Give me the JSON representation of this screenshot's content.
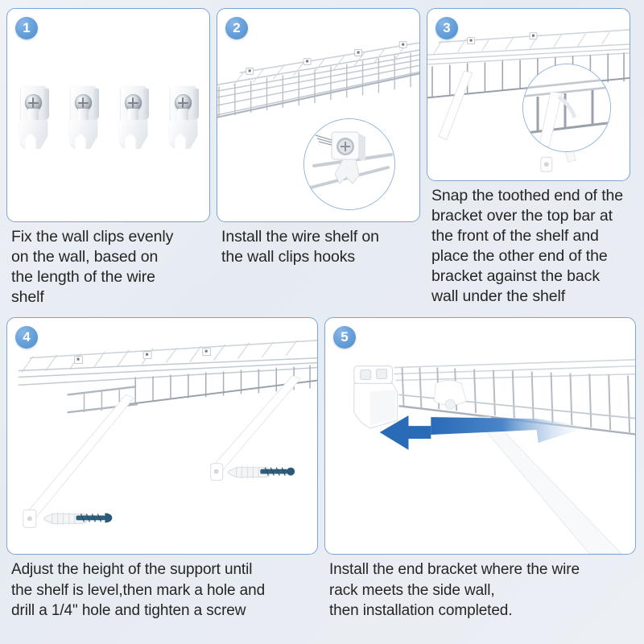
{
  "document": {
    "type": "assembly-instructions",
    "product": "wire shelf wall rack",
    "background_color": "#e9edf3",
    "panel_border_color": "#7ba6d3",
    "badge_color": "#5e9ad8",
    "arrow_color": "#2a6bb8"
  },
  "steps": [
    {
      "number": "1",
      "caption": "Fix the wall clips evenly\non the wall, based on\nthe length of the wire\nshelf",
      "illustration": "four-wall-clips-with-screws",
      "parts": [
        {
          "name": "wall-clip",
          "count": 4,
          "color": "#ffffff",
          "screw_head": "phillips-silver"
        }
      ]
    },
    {
      "number": "2",
      "caption": "Install the wire shelf on\nthe wall clips hooks",
      "illustration": "wire-shelf-mounted-on-clips",
      "inset": "wall-clip-hooking-wire-detail",
      "parts": [
        {
          "name": "wire-shelf",
          "count": 1,
          "color": "#ffffff"
        },
        {
          "name": "wall-clip",
          "count": 4,
          "color": "#ffffff"
        }
      ]
    },
    {
      "number": "3",
      "caption": "Snap the toothed end of the\nbracket over the top bar at\nthe front of the shelf and\nplace the other end of the\nbracket against the back\nwall under the shelf",
      "illustration": "shelf-underside-with-bracket",
      "inset": "bracket-snapped-on-front-bar-detail",
      "parts": [
        {
          "name": "wire-shelf",
          "count": 1,
          "color": "#ffffff"
        },
        {
          "name": "support-bracket",
          "count": 1,
          "color": "#ffffff"
        }
      ]
    },
    {
      "number": "4",
      "caption": "Adjust the height of the support until\nthe shelf is level,then mark a hole and\ndrill a 1/4\" hole and tighten a screw",
      "illustration": "shelf-with-two-diagonal-supports-anchors-screws",
      "parts": [
        {
          "name": "wire-shelf",
          "count": 1,
          "color": "#ffffff"
        },
        {
          "name": "support-bracket",
          "count": 2,
          "color": "#ffffff"
        },
        {
          "name": "wall-anchor-plug",
          "count": 2,
          "color": "#f2f4f6"
        },
        {
          "name": "screw",
          "count": 2,
          "color": "#2b5a78"
        }
      ]
    },
    {
      "number": "5",
      "caption": "Install the end bracket where the wire\nrack meets the side wall,\nthen installation completed.",
      "illustration": "end-bracket-installed-at-side-wall",
      "annotation": {
        "name": "direction-arrow",
        "direction": "left",
        "color": "#2a6bb8"
      },
      "parts": [
        {
          "name": "wire-shelf",
          "count": 1,
          "color": "#ffffff"
        },
        {
          "name": "end-bracket",
          "count": 1,
          "color": "#ffffff"
        },
        {
          "name": "support-bracket",
          "count": 1,
          "color": "#ffffff"
        }
      ]
    }
  ]
}
